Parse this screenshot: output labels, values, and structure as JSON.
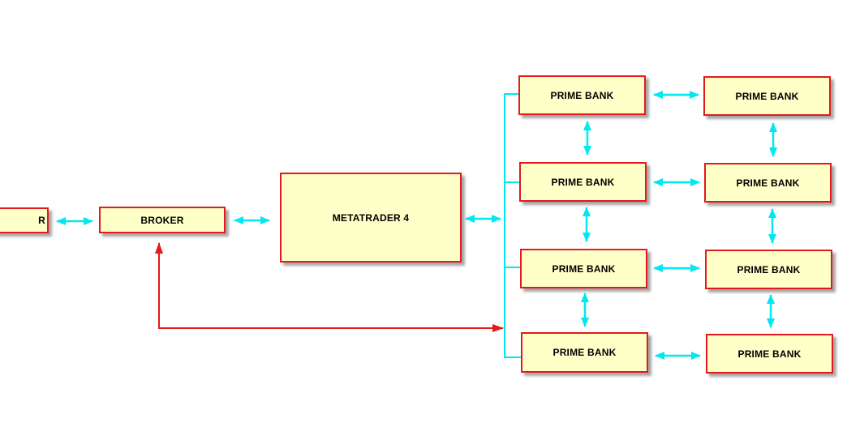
{
  "nodes": {
    "trader_clipped": "R",
    "broker": "BROKER",
    "metatrader": "METATRADER 4",
    "prime_bank_1": "PRIME BANK",
    "prime_bank_2": "PRIME BANK",
    "prime_bank_3": "PRIME BANK",
    "prime_bank_4": "PRIME BANK",
    "prime_bank_5": "PRIME BANK",
    "prime_bank_6": "PRIME BANK",
    "prime_bank_7": "PRIME BANK",
    "prime_bank_8": "PRIME BANK"
  },
  "colors": {
    "box_fill": "#ffffc8",
    "box_border": "#e41a1a",
    "link_cyan": "#00e8f0",
    "link_red": "#e41a1a"
  }
}
